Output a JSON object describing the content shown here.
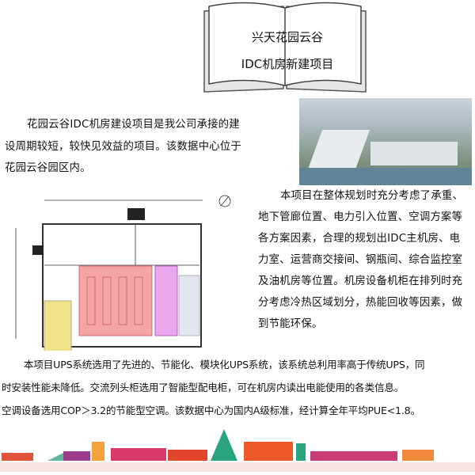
{
  "header": {
    "title_line1": "兴天花园云谷",
    "title_line2": "IDC机房新建项目"
  },
  "intro": {
    "lines": [
      "花园云谷IDC机房建设项目是我公司承接的建",
      "设周期较短，较快见效益的项目。该数据中心位于",
      "花园云谷园区内。"
    ]
  },
  "planning": {
    "lines": [
      "本项目在整体规划时充分考虑了承重、",
      "地下管廊位置、电力引入位置、空调方案等",
      "各方案因素，合理的规划出IDC主机房、电",
      "力室、运营商交接间、钢瓶间、综合监控室",
      "及油机房等位置。机房设备机柜在排列时充",
      "分考虑冷热区域划分，热能回收等因素，做",
      "到节能环保。"
    ]
  },
  "ups": {
    "lines": [
      "本项目UPS系统选用了先进的、节能化、模块化UPS系统，该系统总利用率高于传统UPS，同",
      "时安装性能未降低。交流列头柜选用了智能型配电柜，可在机房内读出电能使用的各类信息。",
      "空调设备选用COP＞3.2的节能型空调。该数据中心为国内A级标准，经计算全年平均PUE<1.8。"
    ]
  },
  "colors": {
    "server_room": "#f4a6a6",
    "ups_room": "#f2e48a",
    "power_room": "#d98be0",
    "skyline_accent": "#e0306a",
    "tower": "#2aa37f"
  }
}
